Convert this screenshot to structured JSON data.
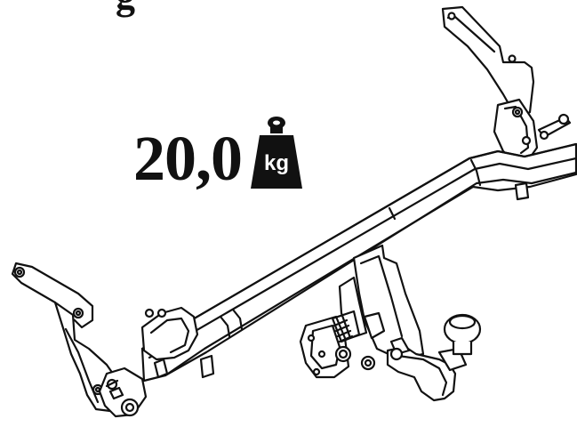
{
  "header": {
    "title_fragment": "g"
  },
  "weight": {
    "value": "20,0",
    "unit": "kg",
    "icon": "weight-icon"
  },
  "product": {
    "illustration": "tow-bar-icon"
  },
  "colors": {
    "ink": "#111111",
    "background": "#ffffff"
  }
}
